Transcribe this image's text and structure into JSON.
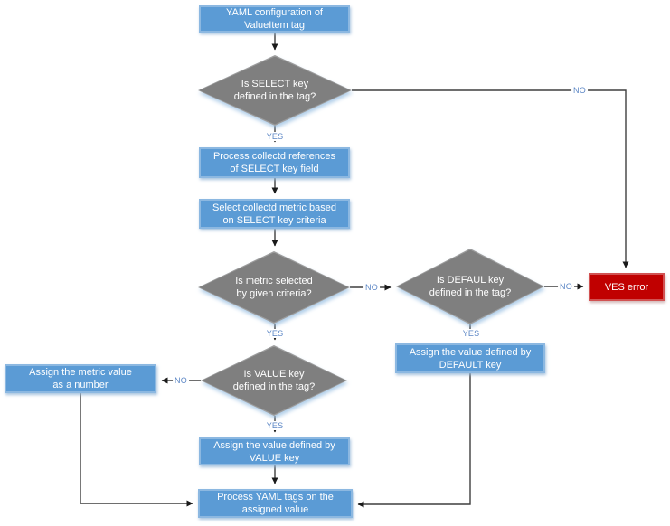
{
  "colors": {
    "process_fill": "#5B9BD5",
    "process_border": "#8CB8E1",
    "decision_fill": "#7F7F7F",
    "decision_border": "#9C9C9C",
    "error_fill": "#C00000",
    "error_border": "#D15252",
    "connector_color": "#3F3F3F",
    "label_text_color": "#5B86C5",
    "node_text_color": "#FFFFFF"
  },
  "nodes": {
    "yaml_config": {
      "line1": "YAML configuration of",
      "line2": "ValueItem tag"
    },
    "select_key": {
      "line1": "Is SELECT key",
      "line2": "defined in the tag?"
    },
    "process_refs": {
      "line1": "Process collectd references",
      "line2": "of SELECT key field"
    },
    "select_metric": {
      "line1": "Select collectd metric based",
      "line2": "on SELECT key criteria"
    },
    "metric_selected": {
      "line1": "Is metric selected",
      "line2": "by given criteria?"
    },
    "default_key": {
      "line1": "Is DEFAUL key",
      "line2": "defined in the tag?"
    },
    "ves_error": {
      "line1": "VES error"
    },
    "assign_default": {
      "line1": "Assign the value defined by",
      "line2": "DEFAULT key"
    },
    "value_key": {
      "line1": "Is VALUE key",
      "line2": "defined in the tag?"
    },
    "assign_number": {
      "line1": "Assign the metric value",
      "line2": "as a number"
    },
    "assign_value": {
      "line1": "Assign the value defined by",
      "line2": "VALUE key"
    },
    "process_yaml": {
      "line1": "Process YAML tags on the",
      "line2": "assigned value"
    }
  },
  "edge_labels": {
    "select_yes": "YES",
    "select_no": "NO",
    "metric_no": "NO",
    "metric_yes": "YES",
    "default_no": "NO",
    "default_yes": "YES",
    "value_no": "NO",
    "value_yes": "YES"
  }
}
